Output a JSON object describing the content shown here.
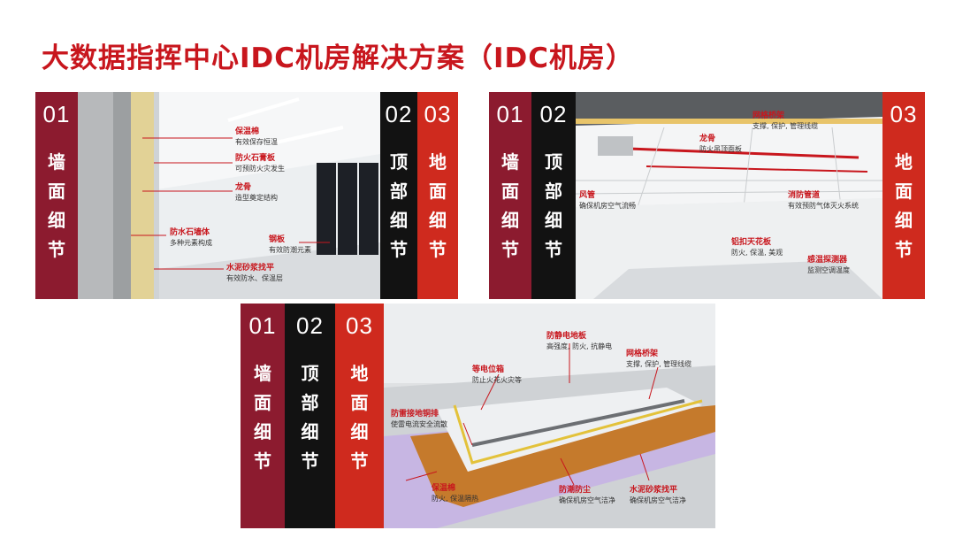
{
  "title": "大数据指挥中心IDC机房解决方案（IDC机房）",
  "colors": {
    "title": "#c8161d",
    "wall_tab": "#8c1b2f",
    "top_tab": "#121212",
    "floor_tab": "#cf2a1e",
    "label_red": "#c8161d"
  },
  "tabs": {
    "wall": {
      "num": "01",
      "text": "墙面细节"
    },
    "top": {
      "num": "02",
      "text": "顶部细节"
    },
    "floor": {
      "num": "03",
      "text": "地面细节"
    }
  },
  "panel1": {
    "labels": [
      {
        "h": "保温棉",
        "s": "有效保存恒温"
      },
      {
        "h": "防火石膏板",
        "s": "可预防火灾发生"
      },
      {
        "h": "龙骨",
        "s": "造型奠定结构"
      },
      {
        "h": "防水石墙体",
        "s": "多种元素构成"
      },
      {
        "h": "钢板",
        "s": "有效防潮元素"
      },
      {
        "h": "水泥砂浆找平",
        "s": "有效防水、保温层"
      }
    ]
  },
  "panel2": {
    "labels": [
      {
        "h": "网格桥架",
        "s": "支撑, 保护, 管理线缆"
      },
      {
        "h": "龙骨",
        "s": "防火吊顶面板"
      },
      {
        "h": "风管",
        "s": "确保机房空气流畅"
      },
      {
        "h": "消防管道",
        "s": "有效预防气体灭火系统"
      },
      {
        "h": "铝扣天花板",
        "s": "防火, 保温, 美观"
      },
      {
        "h": "感温探测器",
        "s": "监测空调温度"
      }
    ]
  },
  "panel3": {
    "labels": [
      {
        "h": "防静电地板",
        "s": "高强度, 防火, 抗静电"
      },
      {
        "h": "网格桥架",
        "s": "支撑, 保护, 管理线缆"
      },
      {
        "h": "等电位箱",
        "s": "防止火花火灾等"
      },
      {
        "h": "防雷接地铜排",
        "s": "使雷电流安全流散"
      },
      {
        "h": "保温棉",
        "s": "防火, 保温隔热"
      },
      {
        "h": "防潮防尘",
        "s": "确保机房空气洁净"
      },
      {
        "h": "水泥砂浆找平",
        "s": "确保机房空气洁净"
      }
    ]
  }
}
